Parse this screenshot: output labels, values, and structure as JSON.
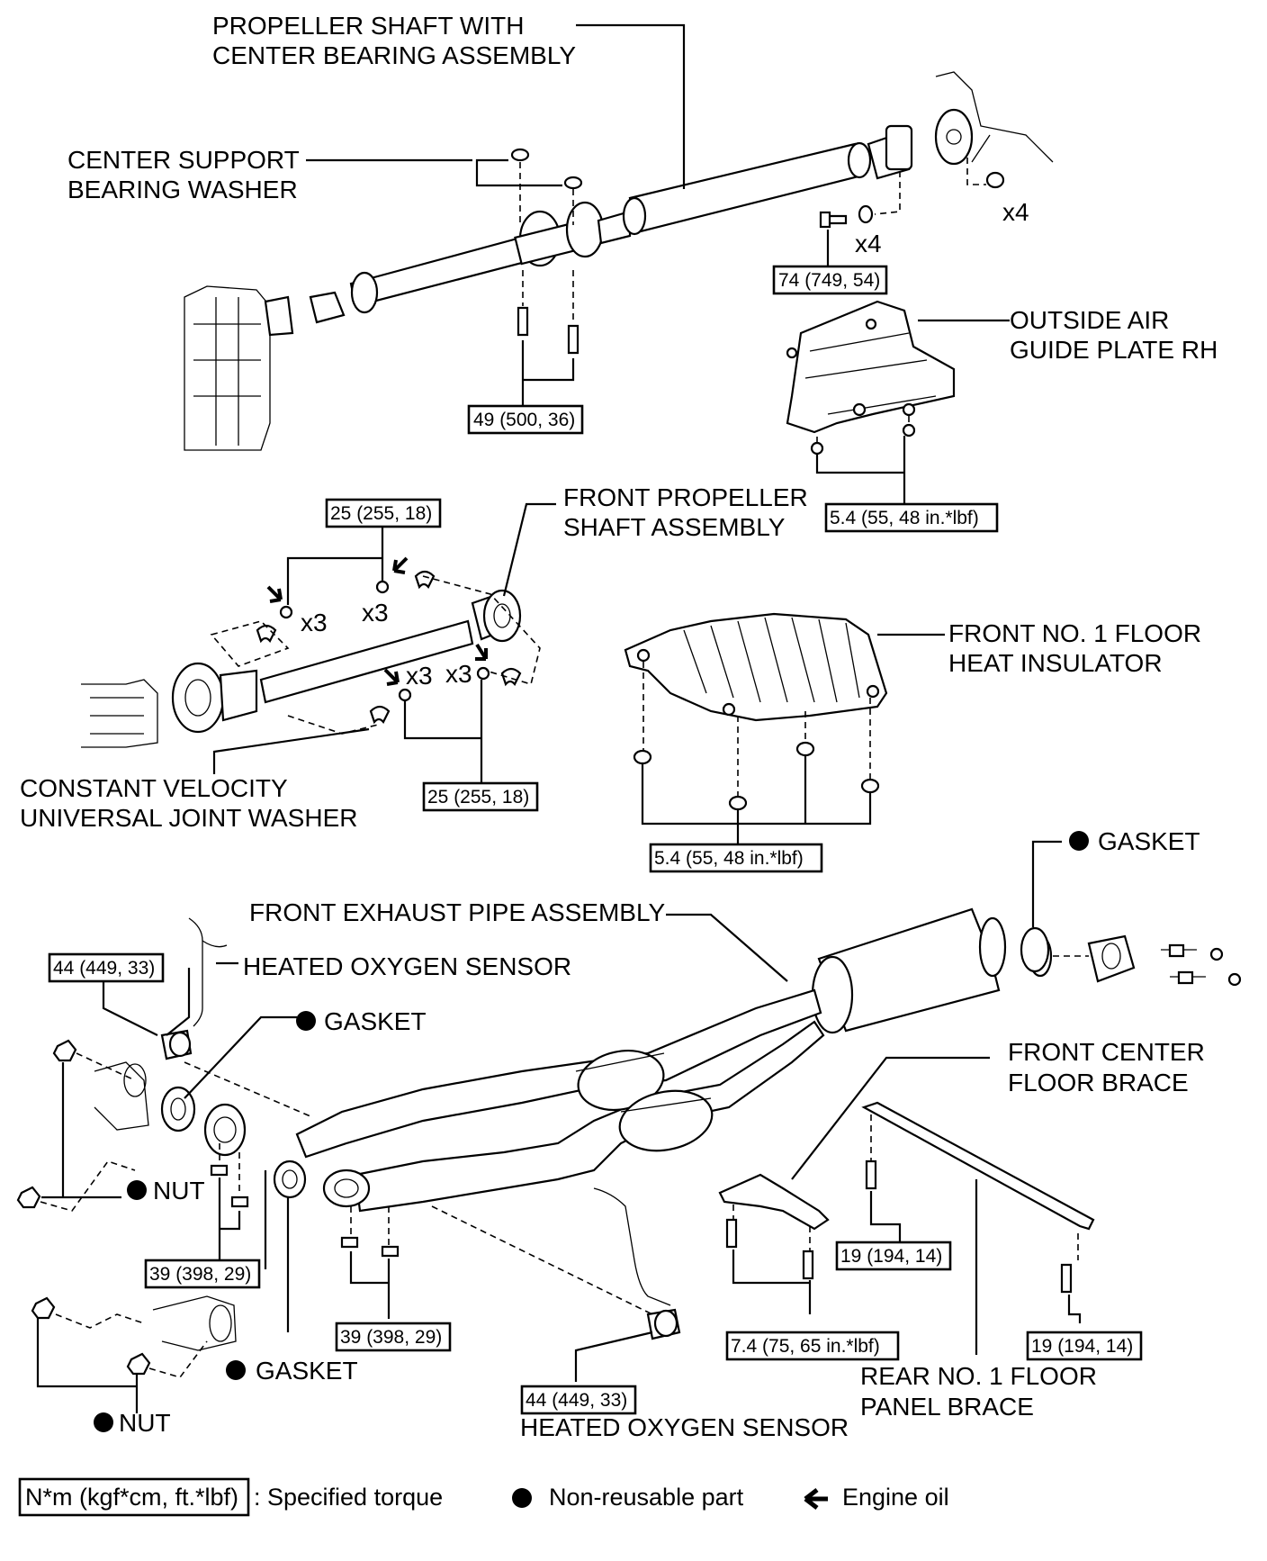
{
  "labels": {
    "propeller_shaft_line1": "PROPELLER SHAFT WITH",
    "propeller_shaft_line2": "CENTER BEARING ASSEMBLY",
    "center_washer_line1": "CENTER SUPPORT",
    "center_washer_line2": "BEARING WASHER",
    "outside_air_line1": "OUTSIDE AIR",
    "outside_air_line2": "GUIDE PLATE RH",
    "front_prop_line1": "FRONT PROPELLER",
    "front_prop_line2": "SHAFT ASSEMBLY",
    "heat_insulator_line1": "FRONT NO. 1 FLOOR",
    "heat_insulator_line2": "HEAT INSULATOR",
    "cv_washer_line1": "CONSTANT VELOCITY",
    "cv_washer_line2": "UNIVERSAL JOINT WASHER",
    "front_exhaust": "FRONT EXHAUST PIPE ASSEMBLY",
    "heated_o2_upper": "HEATED OXYGEN SENSOR",
    "heated_o2_lower": "HEATED OXYGEN SENSOR",
    "gasket_right": "GASKET",
    "gasket_mid": "GASKET",
    "gasket_lower": "GASKET",
    "nut_upper": "NUT",
    "nut_lower": "NUT",
    "front_center_brace_line1": "FRONT CENTER",
    "front_center_brace_line2": "FLOOR BRACE",
    "rear_brace_line1": "REAR NO. 1 FLOOR",
    "rear_brace_line2": "PANEL BRACE"
  },
  "multipliers": {
    "rear_bolt": "x4",
    "flange_nut": "x4",
    "cv_a": "x3",
    "cv_b": "x3",
    "cv_c": "x3",
    "cv_d": "x3"
  },
  "torques": {
    "flange_bolt": "74 (749, 54)",
    "center_bearing": "49 (500, 36)",
    "air_guide": "5.4 (55, 48 in.*lbf)",
    "cv_upper": "25 (255, 18)",
    "cv_lower": "25 (255, 18)",
    "insulator": "5.4 (55, 48 in.*lbf)",
    "o2_upper": "44 (449, 33)",
    "pipe_left": "39 (398, 29)",
    "pipe_mid": "39 (398, 29)",
    "o2_lower": "44 (449, 33)",
    "front_brace": "7.4 (75, 65 in.*lbf)",
    "rear_brace_left": "19 (194, 14)",
    "rear_brace_right": "19 (194, 14)"
  },
  "legend": {
    "torque_box": "N*m (kgf*cm, ft.*lbf)",
    "torque_text": ": Specified torque",
    "nonreusable_text": "Non-reusable part",
    "engine_oil_text": "Engine oil"
  }
}
